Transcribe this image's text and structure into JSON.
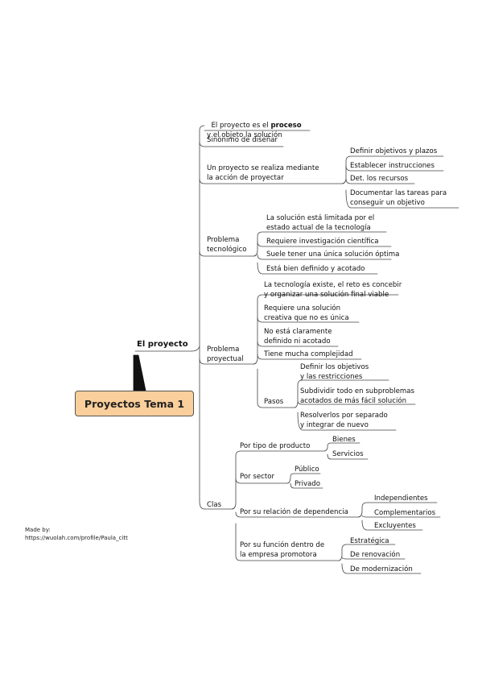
{
  "map": {
    "central": "Proyectos Tema 1",
    "main_topic": "El proyecto",
    "credit": {
      "line1": "Made by:",
      "line2": "https://wuolah.com/profile/Paula_citt"
    },
    "nodes": {
      "n_proceso": {
        "line1_pre": "El proyecto es el ",
        "line1_bold": "proceso",
        "line2": "y el objeto la solución"
      },
      "n_sinonimo": "Sinónimo de diseñar",
      "n_mediante": "Un proyecto se realiza mediante\nla acción de proyectar",
      "n_objetivos": "Definir objetivos y plazos",
      "n_instrucciones": "Establecer instrucciones",
      "n_recursos": "Det. los recursos",
      "n_documentar": "Documentar las tareas para\nconseguir un objetivo",
      "n_tecnologico": "Problema\ntecnológico",
      "n_limitada": "La solución está limitada por el\nestado actual de la tecnología",
      "n_investigacion": "Requiere investigación científica",
      "n_unica": "Suele tener una única solución óptima",
      "n_definido": "Está bien definido y acotado",
      "n_proyectual": "Problema\nproyectual",
      "n_existe": "La tecnología existe, el reto es concebir\ny organizar una solución final viable",
      "n_creativa": "Requiere una solución\ncreativa que no es única",
      "n_noacotado": "No está claramente\ndefinido ni acotado",
      "n_complejidad": "Tiene mucha complejidad",
      "n_pasos": "Pasos",
      "n_restricciones": "Definir los objetivos\ny las restricciones",
      "n_subdividir": "Subdividir todo en subproblemas\nacotados de más fácil solución",
      "n_resolverlos": "Resolverlos por separado\ny integrar de nuevo",
      "n_clas": "Clas",
      "n_tipo": "Por tipo de producto",
      "n_bienes": "Bienes",
      "n_servicios": "Servicios",
      "n_sector": "Por sector",
      "n_publico": "Público",
      "n_privado": "Privado",
      "n_dependencia": "Por su relación de dependencia",
      "n_independientes": "Independientes",
      "n_complementarios": "Complementarios",
      "n_excluyentes": "Excluyentes",
      "n_funcion": "Por su función dentro de\nla empresa promotora",
      "n_estrategica": "Estratégica",
      "n_renovacion": "De renovación",
      "n_modernizacion": "De modernización"
    }
  }
}
